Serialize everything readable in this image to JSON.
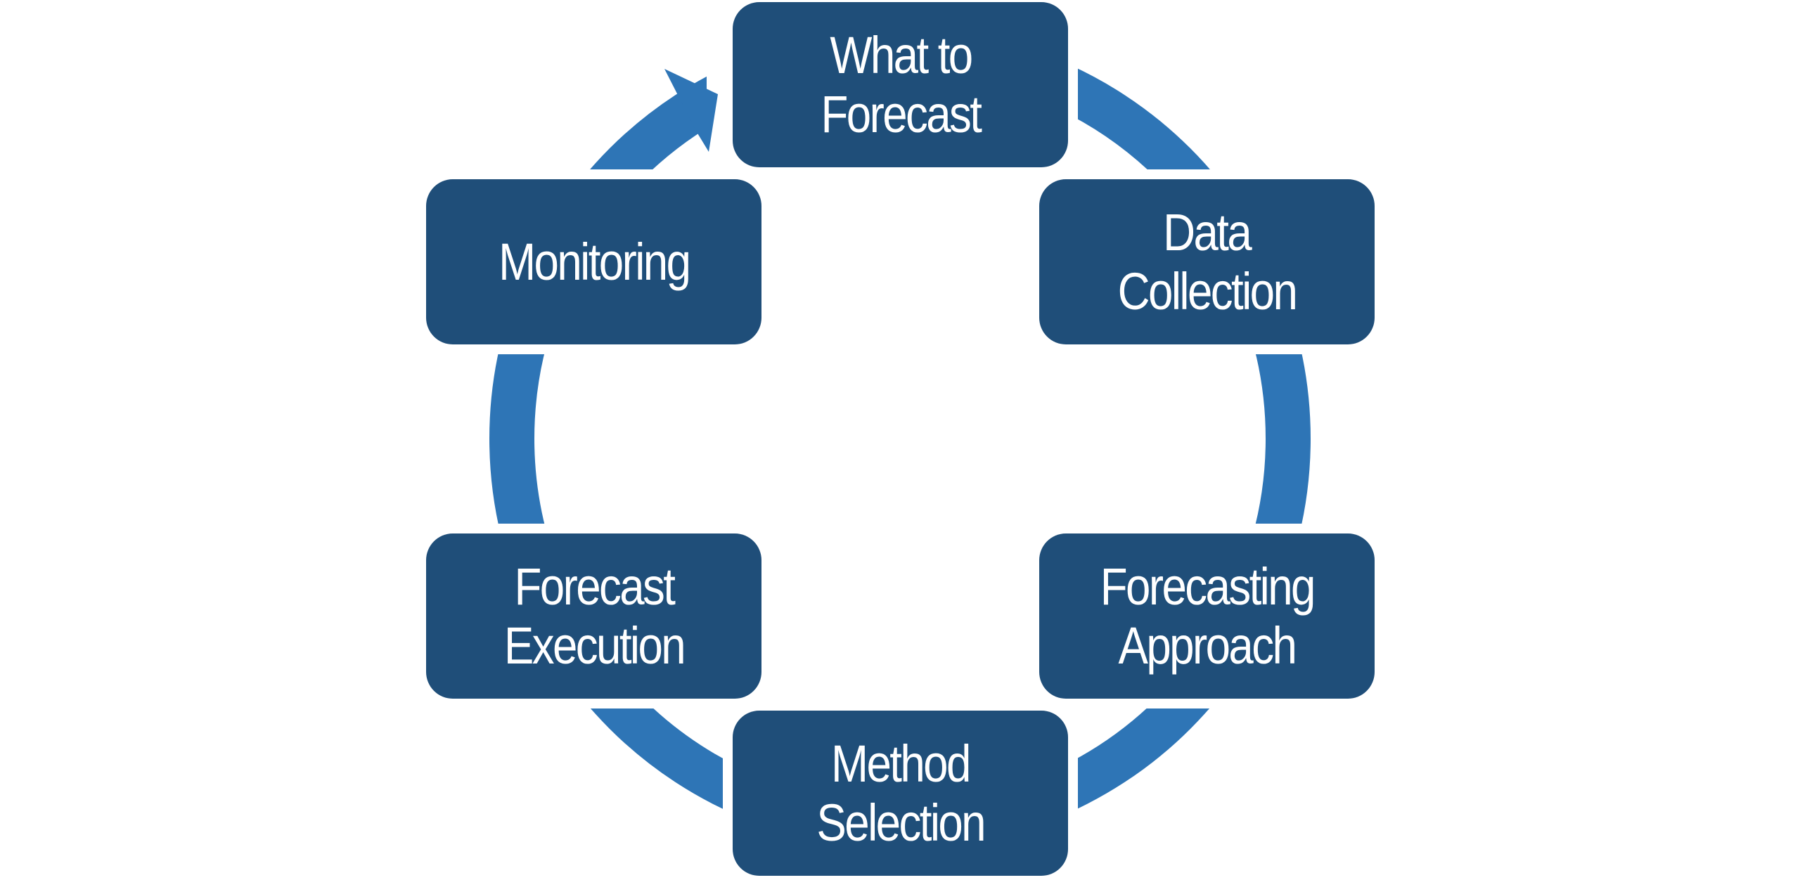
{
  "colors": {
    "box": "#1F4E79",
    "arrow": "#2E75B6",
    "text": "#FFFFFF"
  },
  "steps": [
    {
      "lines": [
        "What to",
        "Forecast"
      ]
    },
    {
      "lines": [
        "Data",
        "Collection"
      ]
    },
    {
      "lines": [
        "Forecasting",
        "Approach"
      ]
    },
    {
      "lines": [
        "Method",
        "Selection"
      ]
    },
    {
      "lines": [
        "Forecast",
        "Execution"
      ]
    },
    {
      "lines": [
        "Monitoring"
      ]
    }
  ]
}
